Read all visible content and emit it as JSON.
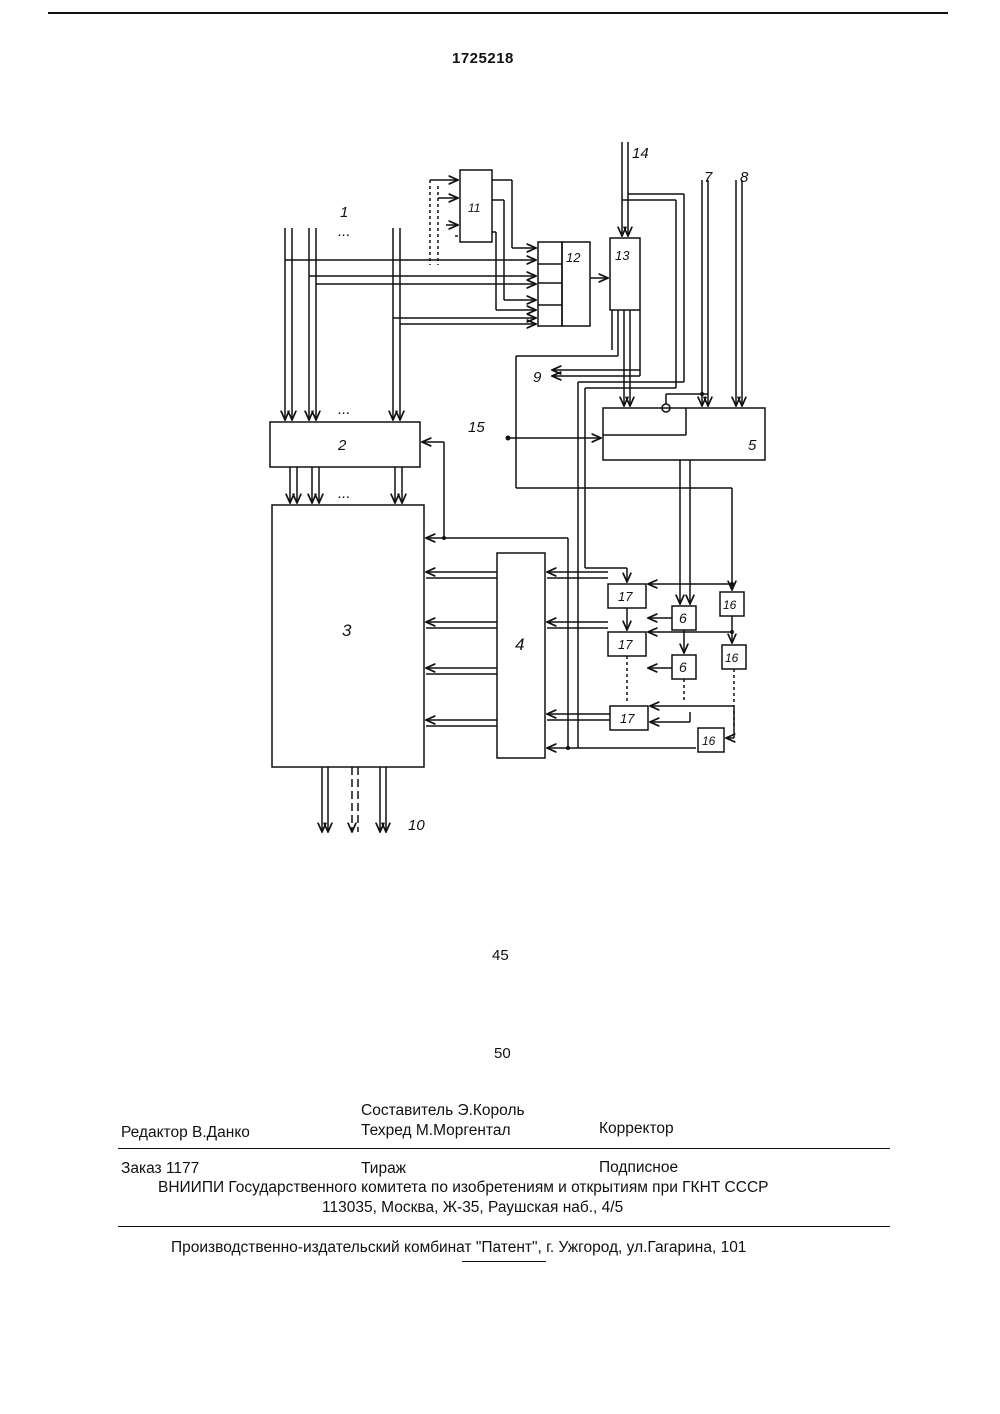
{
  "header": {
    "patent_number": "1725218"
  },
  "diagram": {
    "blocks": {
      "b2": "2",
      "b3": "3",
      "b4": "4",
      "b5": "5",
      "b11": "11",
      "b12": "12",
      "b13": "13",
      "b6": "6",
      "b16": "16",
      "b17": "17"
    },
    "signals": {
      "s1": "1",
      "s7": "7",
      "s8": "8",
      "s9": "9",
      "s10": "10",
      "s14": "14",
      "s15": "15"
    },
    "ellipsis": "..."
  },
  "margin_numbers": {
    "n45": "45",
    "n50": "50"
  },
  "colophon": {
    "editor": "Редактор  В.Данко",
    "compiler": "Составитель  Э.Король",
    "techred": "Техред М.Моргентал",
    "corrector": "Корректор",
    "order": "Заказ  1177",
    "circulation": "Тираж",
    "subscription": "Подписное",
    "institute": "ВНИИПИ Государственного комитета по изобретениям и открытиям при ГКНТ СССР",
    "address": "113035, Москва, Ж-35, Раушская наб., 4/5",
    "plant": "Производственно-издательский комбинат \"Патент\", г. Ужгород, ул.Гагарина, 101"
  }
}
